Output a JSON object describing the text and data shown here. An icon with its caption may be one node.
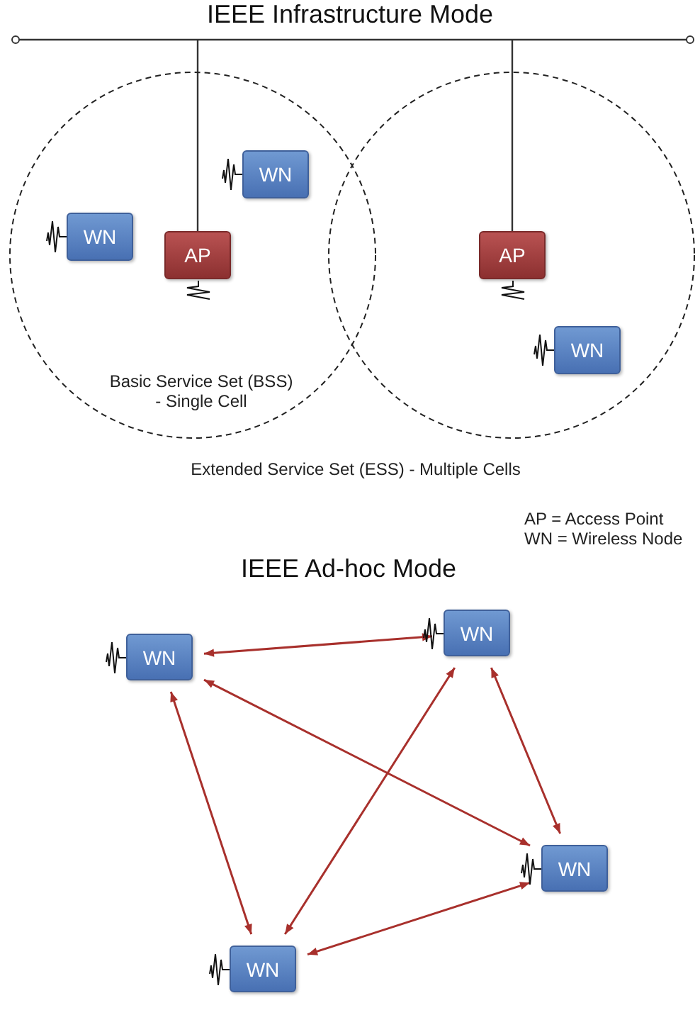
{
  "diagram": {
    "title": "IEEE Infrastructure Mode",
    "nodes": [
      {
        "text": [],
        "shape": "bar"
      },
      {
        "text": [
          "Basic Service Set (BSS) - Single Cell"
        ]
      },
      {
        "text": [
          "WN"
        ],
        "in": 1
      },
      {
        "text": [
          "WN"
        ],
        "in": 1
      },
      {
        "text": [
          "AP"
        ],
        "in": 1
      },
      {
        "text": [],
        "shape": "circle"
      },
      {
        "text": [
          "AP"
        ],
        "in": 5
      },
      {
        "text": [
          "WN"
        ],
        "in": 5
      },
      {
        "text": [
          "WN"
        ]
      },
      {
        "text": [
          "WN"
        ]
      },
      {
        "text": [
          "WN"
        ]
      },
      {
        "text": [
          "WN"
        ]
      }
    ],
    "edges": [
      {
        "from": 0,
        "to": 4,
        "arrow": "none",
        "color": "#333333"
      },
      {
        "from": 0,
        "to": 6,
        "arrow": "none",
        "color": "#333333"
      },
      {
        "from": 8,
        "to": 9,
        "arrow": "both"
      },
      {
        "from": 8,
        "to": 10,
        "arrow": "both"
      },
      {
        "from": 8,
        "to": 11,
        "arrow": "both"
      },
      {
        "from": 9,
        "to": 11,
        "arrow": "both"
      },
      {
        "from": 9,
        "to": 10,
        "arrow": "both"
      },
      {
        "from": 11,
        "to": 10,
        "arrow": "both"
      }
    ],
    "labels": [
      "Extended Service Set (ESS) - Multiple Cells",
      "AP = Access Point",
      "WN = Wireless Node",
      "IEEE Ad-hoc Mode"
    ]
  }
}
